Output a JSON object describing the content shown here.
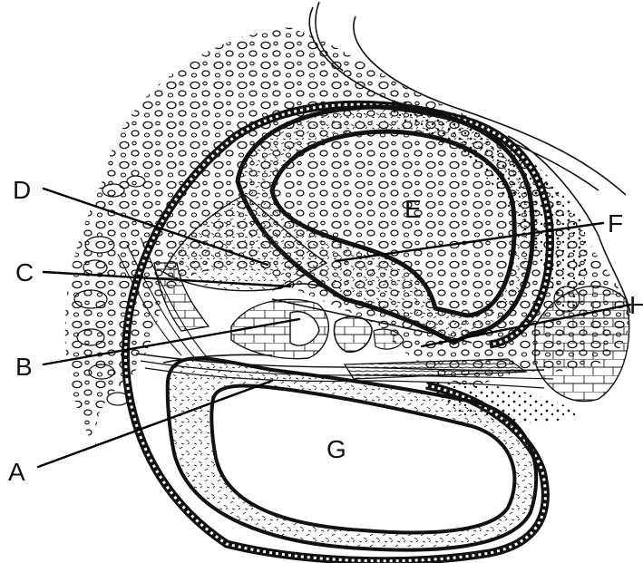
{
  "labels": {
    "A": "A",
    "B": "B",
    "C": "C",
    "D": "D",
    "E": "E",
    "F": "F",
    "G": "G",
    "H": "H"
  },
  "colors": {
    "ink": "#111111",
    "background": "#ffffff"
  }
}
